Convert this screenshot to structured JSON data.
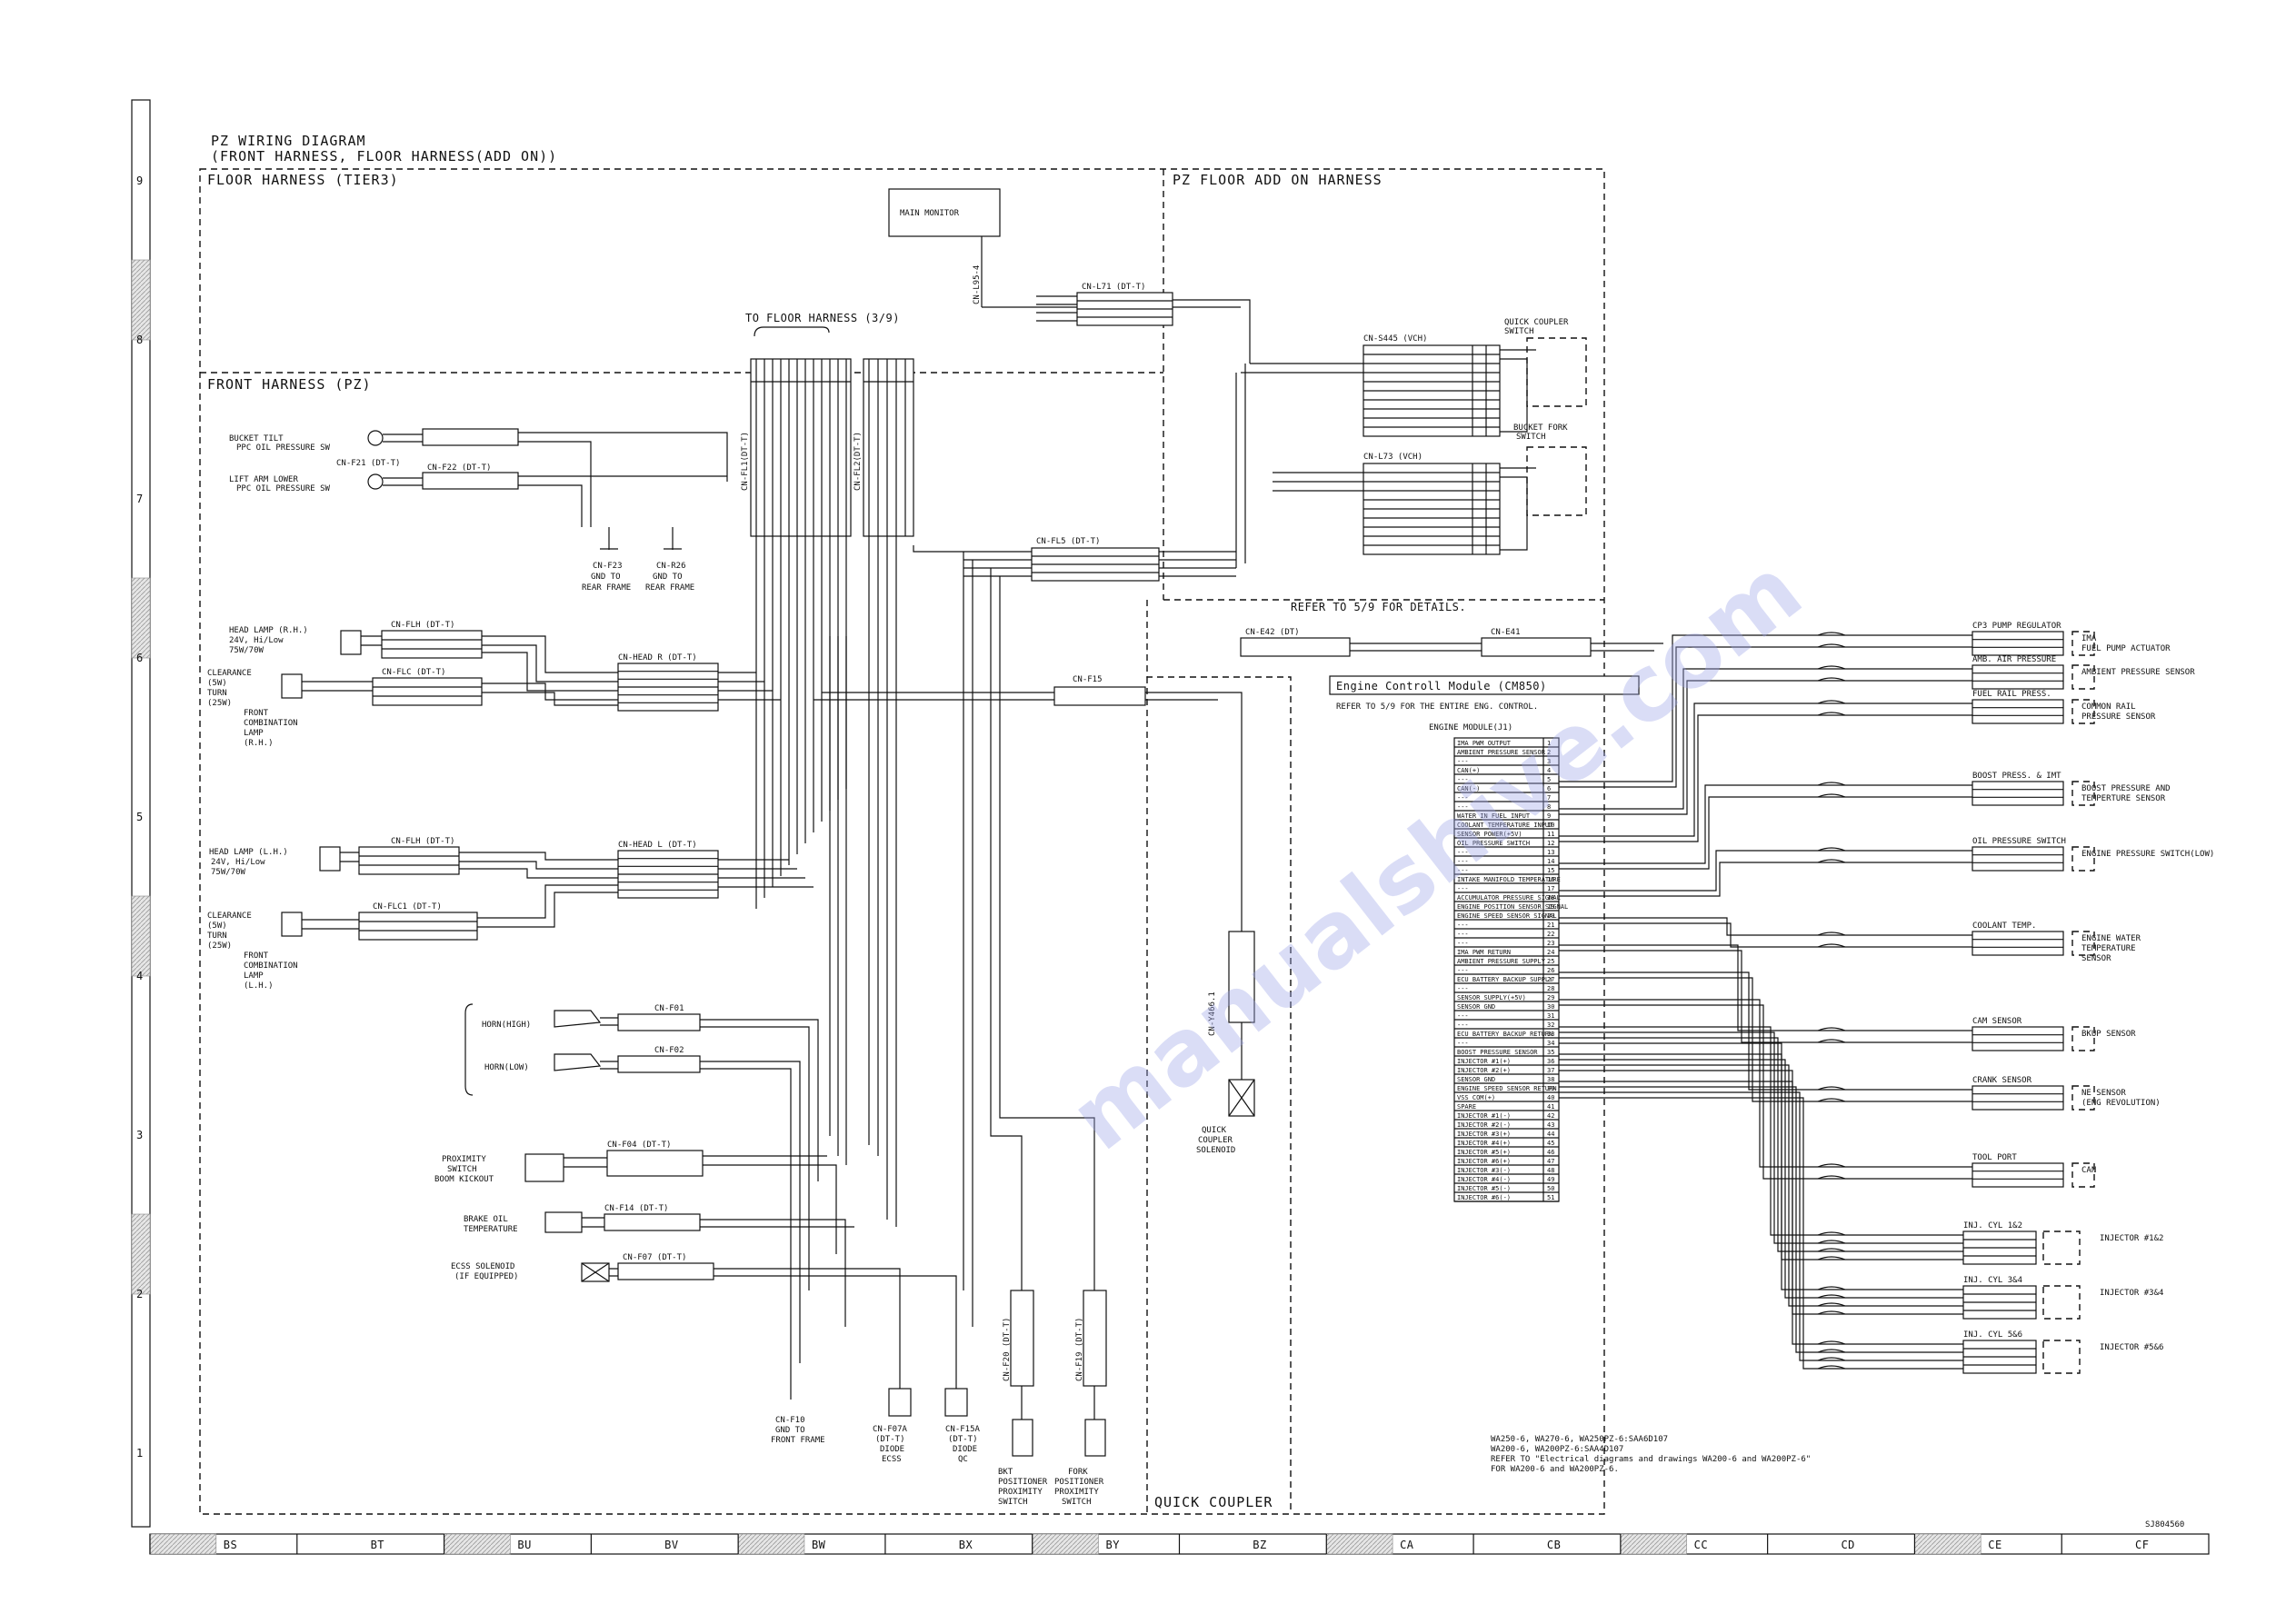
{
  "title": {
    "line1": "PZ WIRING DIAGRAM",
    "line2": "(FRONT HARNESS, FLOOR HARNESS(ADD ON))"
  },
  "sections": {
    "floor_harness": "FLOOR HARNESS (TIER3)",
    "pz_floor_addon": "PZ FLOOR ADD ON HARNESS",
    "front_harness": "FRONT HARNESS (PZ)",
    "quick_coupler": "QUICK COUPLER",
    "to_floor_harness": "TO FLOOR HARNESS (3/9)",
    "refer_5_9": "REFER TO 5/9 FOR DETAILS."
  },
  "row_labels": [
    "9",
    "8",
    "7",
    "6",
    "5",
    "4",
    "3",
    "2",
    "1"
  ],
  "column_labels": [
    "BS",
    "BT",
    "BU",
    "BV",
    "BW",
    "BX",
    "BY",
    "BZ",
    "CA",
    "CB",
    "CC",
    "CD",
    "CE",
    "CF"
  ],
  "components": {
    "main_monitor": "MAIN MONITOR",
    "cn_l95": "CN-L95-4",
    "cn_l71": "CN-L71 (DT-T)",
    "cn_s445": "CN-S445 (VCH)",
    "cn_l73": "CN-L73 (VCH)",
    "quick_coupler_switch_1": "QUICK COUPLER",
    "quick_coupler_switch_2": "SWITCH",
    "bucket_fork_switch_1": "BUCKET FORK",
    "bucket_fork_switch_2": "SWITCH",
    "cn_fl1": "CN-FL1(DT-T)",
    "cn_fl2": "CN-FL2(DT-T)",
    "cn_fl5": "CN-FL5 (DT-T)",
    "cn_f15": "CN-F15",
    "cn_f21": "CN-F21 (DT-T)",
    "cn_f22": "CN-F22 (DT-T)",
    "bucket_tilt_1": "BUCKET TILT",
    "bucket_tilt_2": "PPC OIL PRESSURE SW",
    "lift_arm_1": "LIFT ARM LOWER",
    "lift_arm_2": "PPC OIL PRESSURE SW",
    "cn_f23": "CN-F23",
    "cn_f23_sub": [
      "GND TO",
      "REAR FRAME"
    ],
    "cn_r26": "CN-R26",
    "cn_r26_sub": [
      "GND TO",
      "REAR FRAME"
    ],
    "cn_flh_rh": "CN-FLH (DT-T)",
    "head_lamp_rh": [
      "HEAD LAMP (R.H.)",
      "24V, Hi/Low",
      "75W/70W"
    ],
    "cn_flc_rh": "CN-FLC (DT-T)",
    "cn_head_r": "CN-HEAD R (DT-T)",
    "clearance_rh": [
      "CLEARANCE",
      "(5W)",
      "TURN",
      "(25W)",
      "FRONT",
      "COMBINATION",
      "LAMP",
      "(R.H.)"
    ],
    "cn_flh_lh": "CN-FLH (DT-T)",
    "head_lamp_lh": [
      "HEAD LAMP (L.H.)",
      "24V, Hi/Low",
      "75W/70W"
    ],
    "cn_flc1_lh": "CN-FLC1 (DT-T)",
    "cn_head_l": "CN-HEAD L (DT-T)",
    "clearance_lh": [
      "CLEARANCE",
      "(5W)",
      "TURN",
      "(25W)",
      "FRONT",
      "COMBINATION",
      "LAMP",
      "(L.H.)"
    ],
    "horn_high": "HORN(HIGH)",
    "horn_low": "HORN(LOW)",
    "cn_f01": "CN-F01",
    "cn_f02": "CN-F02",
    "proximity": [
      "PROXIMITY",
      "SWITCH",
      "BOOM KICKOUT"
    ],
    "cn_f04": "CN-F04 (DT-T)",
    "brake_oil": [
      "BRAKE OIL",
      "TEMPERATURE"
    ],
    "cn_f14": "CN-F14 (DT-T)",
    "ecss": [
      "ECSS SOLENOID",
      "(IF EQUIPPED)"
    ],
    "cn_f07": "CN-F07 (DT-T)",
    "cn_f10": [
      "CN-F10",
      "GND TO",
      "FRONT FRAME"
    ],
    "cn_f07a": [
      "CN-F07A",
      "(DT-T)",
      "DIODE",
      "ECSS"
    ],
    "cn_f15a": [
      "CN-F15A",
      "(DT-T)",
      "DIODE",
      "QC"
    ],
    "cn_f20": "CN-F20 (DT-T)",
    "cn_f19": "CN-F19 (DT-T)",
    "bkt_pos": [
      "BKT",
      "POSITIONER",
      "PROXIMITY",
      "SWITCH"
    ],
    "fork_pos": [
      "FORK",
      "POSITIONER",
      "PROXIMITY",
      "SWITCH"
    ],
    "cn_y466": "CN-Y466.1",
    "qc_solenoid": [
      "QUICK",
      "COUPLER",
      "SOLENOID"
    ],
    "cn_e42": "CN-E42 (DT)",
    "cn_e41": "CN-E41",
    "ecm_title": "Engine Controll Module (CM850)",
    "ecm_refer": "REFER TO 5/9 FOR THE ENTIRE ENG. CONTROL.",
    "engine_module": "ENGINE MODULE(J1)",
    "code": "SJ804560"
  },
  "sensors": [
    {
      "conn": "CP3 PUMP REGULATOR",
      "name": [
        "IMA",
        "FUEL PUMP ACTUATOR"
      ]
    },
    {
      "conn": "AMB. AIR PRESSURE",
      "name": [
        "AMBIENT PRESSURE SENSOR"
      ]
    },
    {
      "conn": "FUEL RAIL PRESS.",
      "name": [
        "COMMON RAIL",
        "PRESSURE SENSOR"
      ]
    },
    {
      "conn": "BOOST PRESS. & IMT",
      "name": [
        "BOOST PRESSURE AND",
        "TEMPERTURE SENSOR"
      ]
    },
    {
      "conn": "OIL PRESSURE SWITCH",
      "name": [
        "ENGINE PRESSURE SWITCH(LOW)"
      ]
    },
    {
      "conn": "COOLANT TEMP.",
      "name": [
        "ENGINE WATER",
        "TEMPERATURE",
        "SENSOR"
      ]
    },
    {
      "conn": "CAM SENSOR",
      "name": [
        "BKUP SENSOR"
      ]
    },
    {
      "conn": "CRANK SENSOR",
      "name": [
        "NE SENSOR",
        "(ENG REVOLUTION)"
      ]
    },
    {
      "conn": "TOOL PORT",
      "name": [
        "CAN"
      ]
    },
    {
      "conn": "INJ. CYL 1&2",
      "name": [
        "INJECTOR #1&2"
      ]
    },
    {
      "conn": "INJ. CYL 3&4",
      "name": [
        "INJECTOR #3&4"
      ]
    },
    {
      "conn": "INJ. CYL 5&6",
      "name": [
        "INJECTOR #5&6"
      ]
    }
  ],
  "ecm_pins": [
    "IMA PWM OUTPUT",
    "AMBIENT PRESSURE SENSOR",
    "---",
    "CAN(+)",
    "---",
    "CAN(-)",
    "---",
    "---",
    "WATER IN FUEL INPUT",
    "COOLANT TEMPERATURE INPUT",
    "SENSOR POWER(+5V)",
    "OIL PRESSURE SWITCH",
    "---",
    "---",
    "---",
    "INTAKE MANIFOLD TEMPERATURE",
    "---",
    "ACCUMULATOR PRESSURE SIGNAL",
    "ENGINE POSITION SENSOR SIGNAL",
    "ENGINE SPEED SENSOR SIGNAL",
    "---",
    "---",
    "---",
    "IMA PWM RETURN",
    "AMBIENT PRESSURE SUPPLY",
    "---",
    "ECU BATTERY BACKUP SUPPLY",
    "---",
    "SENSOR SUPPLY(+5V)",
    "SENSOR GND",
    "---",
    "---",
    "ECU BATTERY BACKUP RETURN",
    "---",
    "BOOST PRESSURE SENSOR",
    "INJECTOR #1(+)",
    "INJECTOR #2(+)",
    "SENSOR GND",
    "ENGINE SPEED SENSOR RETURN",
    "VSS COM(+)",
    "SPARE",
    "INJECTOR #1(-)",
    "INJECTOR #2(-)",
    "INJECTOR #3(+)",
    "INJECTOR #4(+)",
    "INJECTOR #5(+)",
    "INJECTOR #6(+)",
    "INJECTOR #3(-)",
    "INJECTOR #4(-)",
    "INJECTOR #5(-)",
    "INJECTOR #6(-)"
  ],
  "notes": [
    "WA250-6, WA270-6, WA250PZ-6:SAA6D107",
    "WA200-6, WA200PZ-6:SAA4D107",
    "REFER TO \"Electrical diagrams and drawings WA200-6 and WA200PZ-6\"",
    "FOR WA200-6 and WA200PZ-6."
  ],
  "watermark": "manualshive.com"
}
